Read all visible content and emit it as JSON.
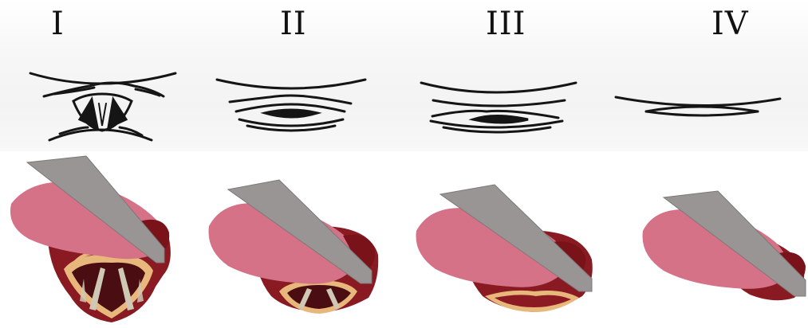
{
  "grades": [
    {
      "label": "I"
    },
    {
      "label": "II"
    },
    {
      "label": "III"
    },
    {
      "label": "IV"
    }
  ],
  "colors": {
    "tongue": "#d9748a",
    "tongue_dark": "#b85870",
    "blade": "#9a9595",
    "blade_edge": "#7d7878",
    "tissue": "#8c1a22",
    "tissue_dark": "#5e0e14",
    "cartilage": "#e8b77c",
    "cord": "#cfc8b5",
    "ink": "#151515"
  }
}
